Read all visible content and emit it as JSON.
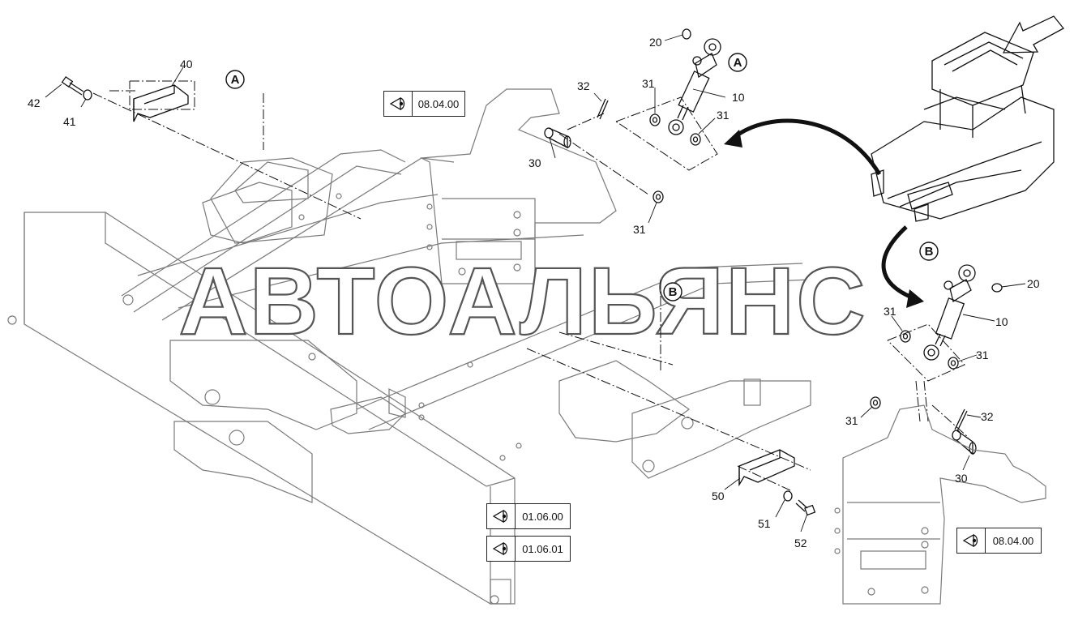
{
  "watermark": "АВТОАЛЬЯНС",
  "callouts": {
    "a_left": "A",
    "a_top": "A",
    "b_mid": "B",
    "b_right": "B"
  },
  "part_numbers": {
    "p42": "42",
    "p41": "41",
    "p40": "40",
    "p32_top": "32",
    "p30_top": "30",
    "p31_top1": "31",
    "p31_top2": "31",
    "p31_top3": "31",
    "p20_top": "20",
    "p10_top": "10",
    "p20_right": "20",
    "p31_right1": "31",
    "p10_right": "10",
    "p31_right2": "31",
    "p31_right3": "31",
    "p32_right": "32",
    "p30_right": "30",
    "p50": "50",
    "p51": "51",
    "p52": "52"
  },
  "reference_boxes": {
    "ref_top": "08.04.00",
    "ref_bottom_1": "01.06.00",
    "ref_bottom_2": "01.06.01",
    "ref_right": "08.04.00"
  },
  "icons": {
    "reference_icon": "eye-icon",
    "arrow": "view-direction-arrow-icon"
  }
}
